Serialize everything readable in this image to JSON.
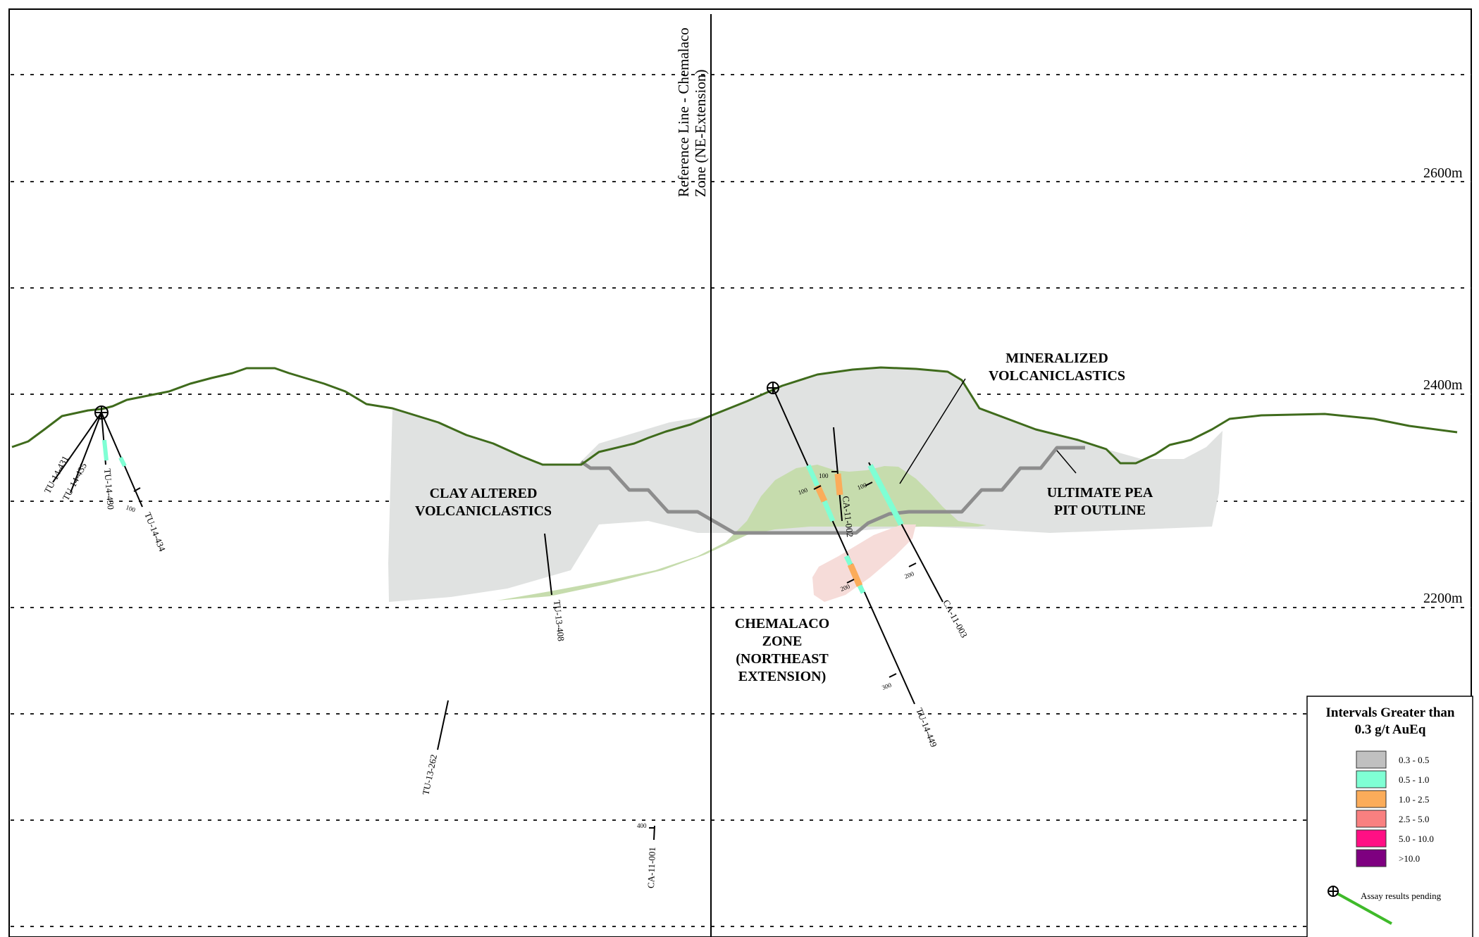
{
  "reference_line": {
    "line1": "Reference Line - Chemalaco",
    "line2": "Zone (NE-Extension)"
  },
  "elevations": [
    {
      "label": "2600m"
    },
    {
      "label": "2400m"
    },
    {
      "label": "2200m"
    }
  ],
  "zones": {
    "mineralized": [
      "MINERALIZED",
      "VOLCANICLASTICS"
    ],
    "clay_altered": [
      "CLAY ALTERED",
      "VOLCANICLASTICS"
    ],
    "pit_outline": [
      "ULTIMATE PEA",
      "PIT OUTLINE"
    ],
    "chemalaco": [
      "CHEMALACO",
      "ZONE",
      "(NORTHEAST",
      "EXTENSION)"
    ]
  },
  "drillholes": {
    "tu14431": "TU-14-431",
    "tu14435": "TU-14-435",
    "tu14430": "TU-14-430",
    "tu14434": "TU-14-434",
    "tu13408": "TU-13-408",
    "tu13262": "TU-13-262",
    "ca11001": "CA-11-001",
    "ca11002": "CA-11-002",
    "ca11003": "CA-11-003",
    "tu14449": "TU-14-449"
  },
  "depth_ticks": {
    "t100": "100",
    "t200": "200",
    "t300": "300",
    "t400": "400"
  },
  "legend": {
    "title_line1": "Intervals Greater than",
    "title_line2": "0.3 g/t AuEq",
    "items": [
      {
        "label": "0.3 - 0.5",
        "color": "#c0c0c0"
      },
      {
        "label": "0.5 - 1.0",
        "color": "#7fffd4"
      },
      {
        "label": "1.0 - 2.5",
        "color": "#fbac5a"
      },
      {
        "label": "2.5 - 5.0",
        "color": "#f98080"
      },
      {
        "label": "5.0 - 10.0",
        "color": "#ff0f84"
      },
      {
        "label": ">10.0",
        "color": "#7e0080"
      }
    ],
    "pending_label": "Assay results pending"
  },
  "colors": {
    "topography": "#3f6b1c",
    "clay_zone": "#e0e2e1",
    "mineralized_zone": "#c6dcad",
    "chemalaco_zone": "#f6dcd9",
    "pit_outline": "#8d8d8d",
    "pending_hole": "#3fba2a",
    "grid": "#222222"
  }
}
